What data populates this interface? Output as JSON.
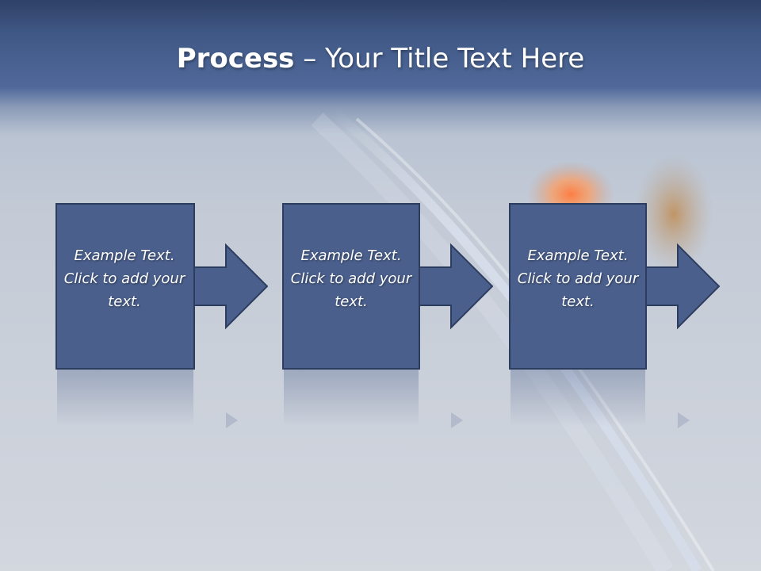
{
  "slide": {
    "title_bold": "Process",
    "title_rest": " – Your Title Text Here"
  },
  "steps": [
    {
      "text": "Example Text. Click  to add your text."
    },
    {
      "text": "Example Text. Click  to add your text."
    },
    {
      "text": "Example Text. Click  to add your text."
    }
  ],
  "colors": {
    "box_fill": "#4a5f8c",
    "box_stroke": "#2c3d5f",
    "header_dark": "#2f4166",
    "text": "#ffffff"
  }
}
